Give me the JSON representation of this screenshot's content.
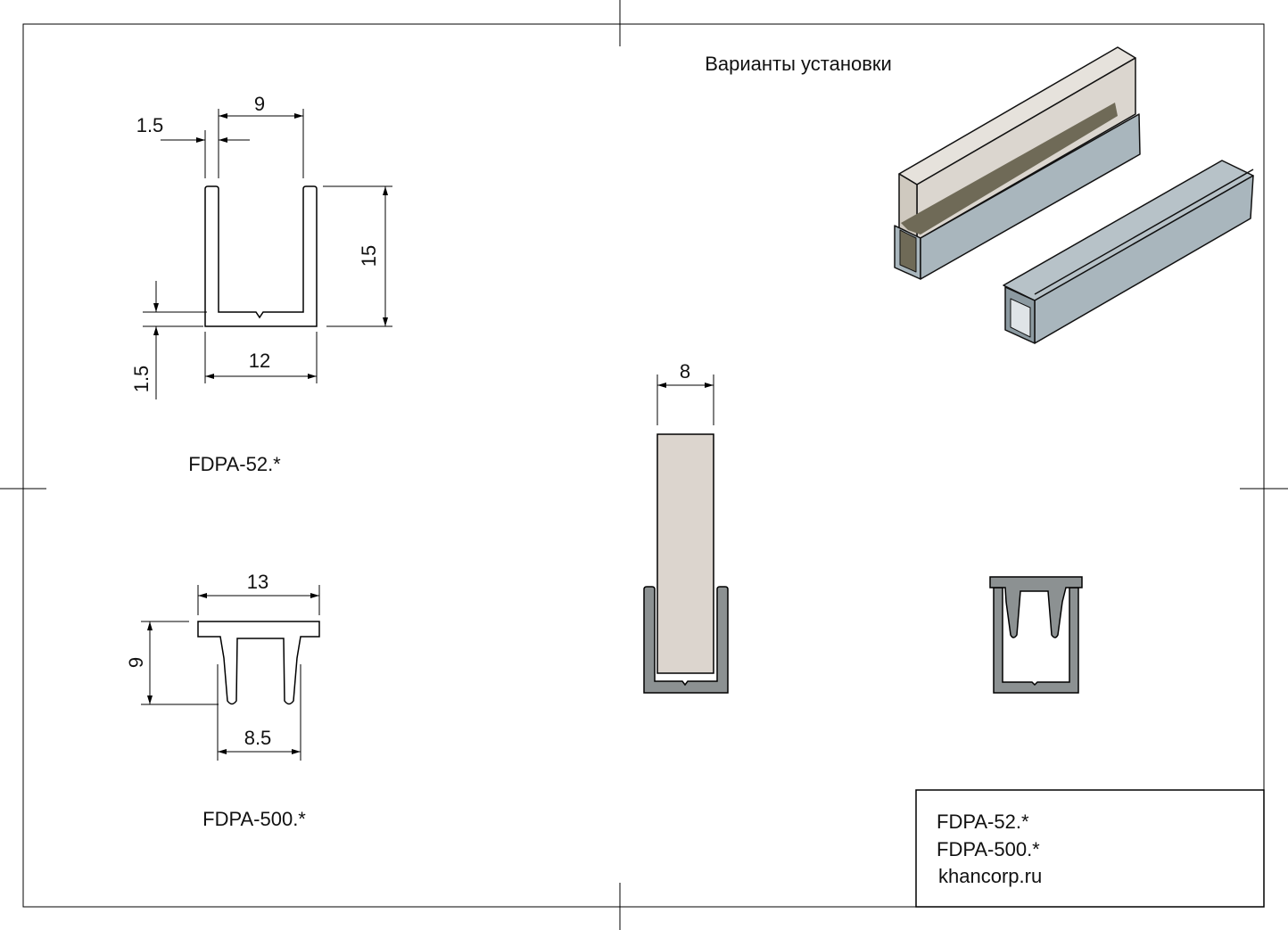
{
  "title": "Варианты установки",
  "profile_52": {
    "label": "FDPA-52.*",
    "dims": {
      "width_inner": "9",
      "wall": "1.5",
      "height": "15",
      "width_outer": "12",
      "base": "1.5"
    }
  },
  "profile_500": {
    "label": "FDPA-500.*",
    "dims": {
      "width": "13",
      "height": "9",
      "inner_width": "8.5"
    }
  },
  "installation": {
    "glass_thickness": "8"
  },
  "title_block": {
    "line1": "FDPA-52.*",
    "line2": "FDPA-500.*",
    "line3": "khancorp.ru"
  },
  "colors": {
    "profile": "#8c9192",
    "glass": "#dcd5ce",
    "aluminum_3d": "#a9b6bd"
  }
}
